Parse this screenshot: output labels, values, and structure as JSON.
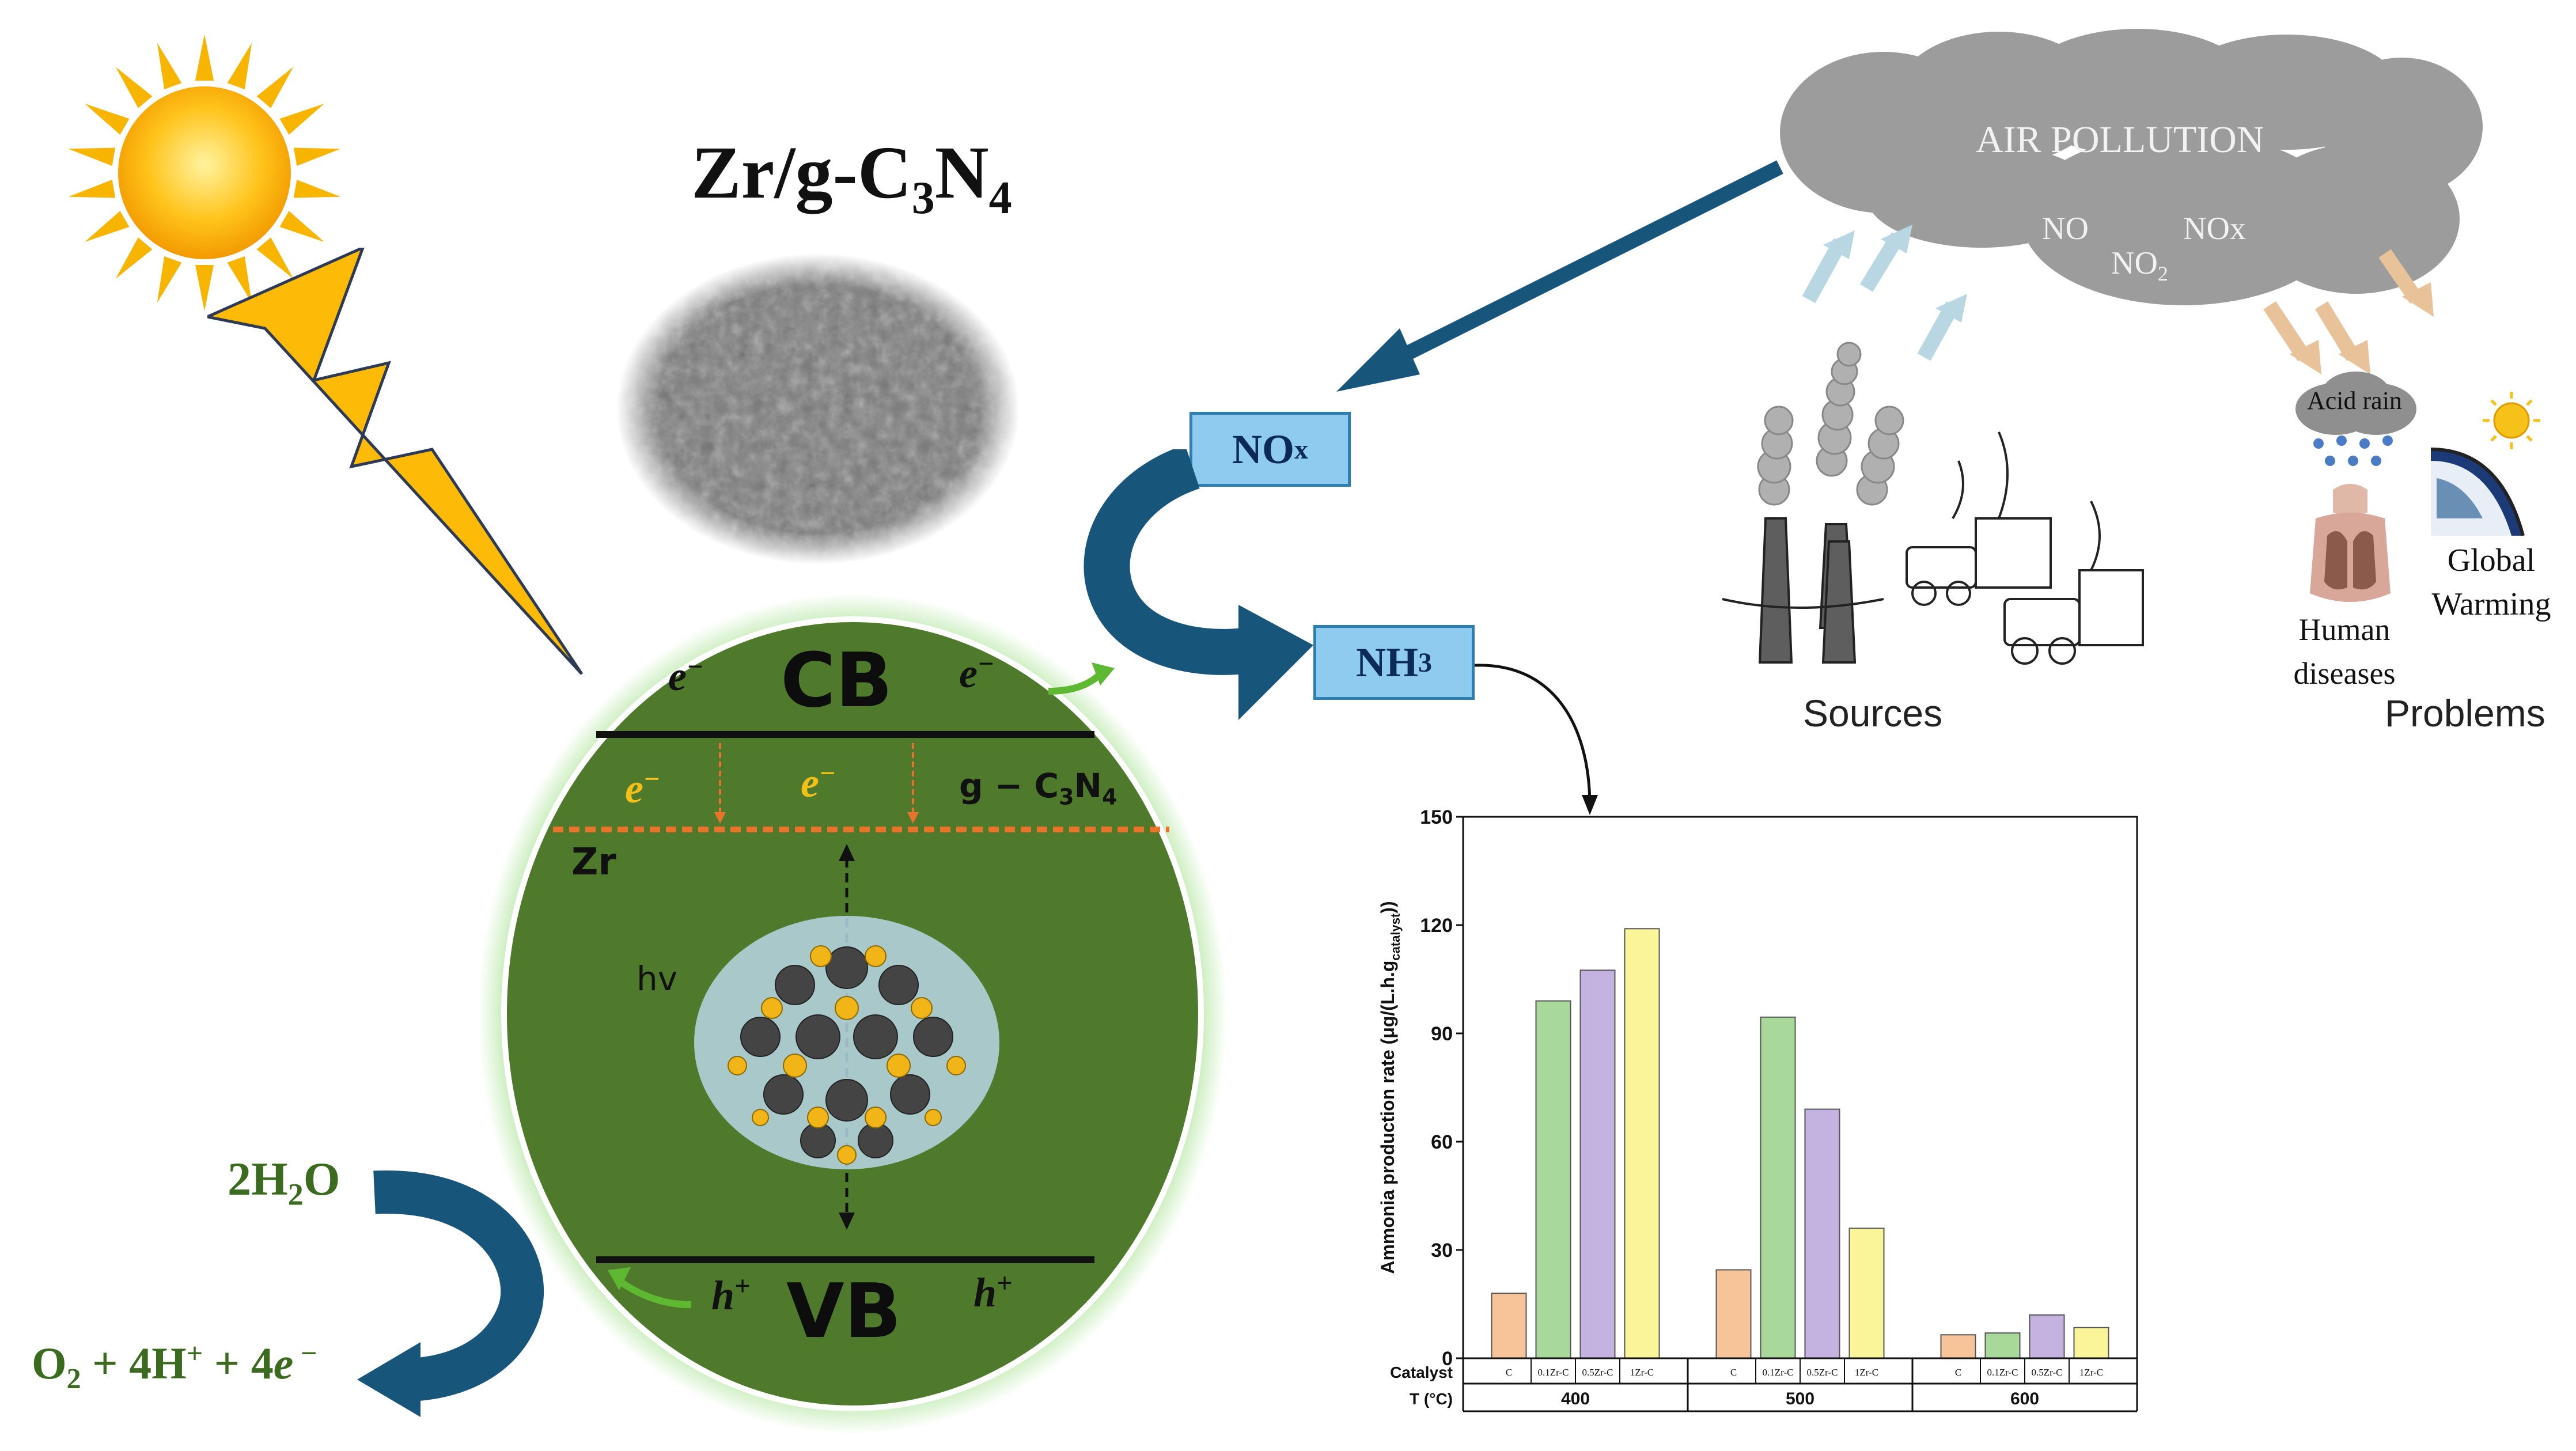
{
  "material": {
    "title_main": "Zr/g-C",
    "title_sub1": "3",
    "title_mid": "N",
    "title_sub2": "4"
  },
  "band": {
    "cb_label": "CB",
    "vb_label": "VB",
    "electron": "e",
    "electron_sup": "−",
    "hole": "h",
    "hole_sup": "+",
    "gcn_label": "g − C",
    "gcn_sub1": "3",
    "gcn_n": "N",
    "gcn_sub2": "4",
    "zr_label": "Zr",
    "hv_label": "hv"
  },
  "water": {
    "reactant_pre": "2H",
    "reactant_sub": "2",
    "reactant_post": "O",
    "product_text": "O",
    "product_sub": "2",
    "product_rest": " + 4H",
    "product_sup1": "+",
    "product_rest2": " + 4",
    "product_e": "e",
    "product_sup2": " −"
  },
  "nox_box": {
    "main": "NO",
    "sub": "x"
  },
  "nh3_box": {
    "main": "NH",
    "sub": "3"
  },
  "pollution": {
    "title": "AIR POLLUTION",
    "no": "NO",
    "nox": "NOx",
    "no2_main": "NO",
    "no2_sub": "2",
    "sources": "Sources",
    "problems": "Problems",
    "acid_rain": "Acid rain",
    "human_line1": "Human",
    "human_line2": "diseases",
    "global_line1": "Global",
    "global_line2": "Warming"
  },
  "colors": {
    "band_green": "#4f7a2b",
    "dark_teal_arrow": "#17567a",
    "orange_dotted": "#e8732a",
    "electron_yellow": "#f2c018",
    "text_green": "#3a6b1f"
  },
  "chart_data": {
    "type": "bar",
    "ylabel": "Ammonia production rate (μg/(L.h.g",
    "ylabel_sub": "catalyst",
    "ylabel_end": "))",
    "ylim": [
      0,
      150
    ],
    "yticks": [
      "0",
      "30",
      "60",
      "90",
      "120",
      "150"
    ],
    "row1_label": "Catalyst",
    "row2_label": "T (°C)",
    "groups": [
      "400",
      "500",
      "600"
    ],
    "catalysts": [
      "C",
      "0.1Zr-C",
      "0.5Zr-C",
      "1Zr-C"
    ],
    "series": [
      {
        "name": "C",
        "color": "#f7c49a",
        "values": [
          18,
          24.5,
          6.5
        ]
      },
      {
        "name": "0.1Zr-C",
        "color": "#a8d99a",
        "values": [
          99,
          94.5,
          7
        ]
      },
      {
        "name": "0.5Zr-C",
        "color": "#c4b3e0",
        "values": [
          107.5,
          69,
          12
        ]
      },
      {
        "name": "1Zr-C",
        "color": "#fbf59a",
        "values": [
          119,
          36,
          8.5
        ]
      }
    ]
  }
}
